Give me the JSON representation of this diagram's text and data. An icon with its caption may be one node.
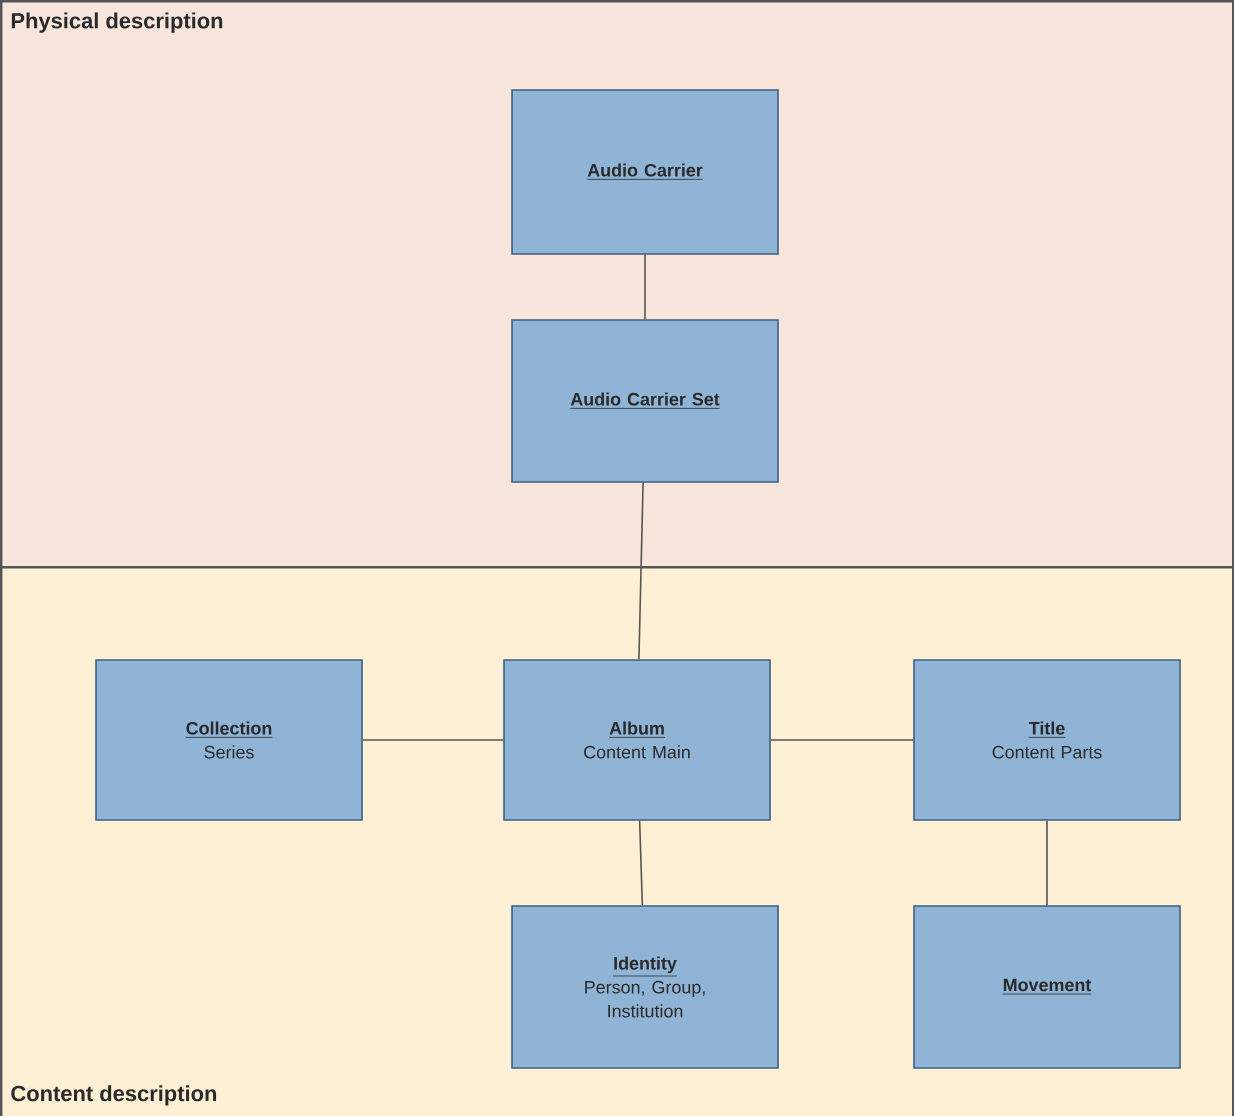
{
  "diagram": {
    "nodes": [
      {
        "text": [
          "Physical description"
        ]
      },
      {
        "text": [
          "Audio Carrier"
        ],
        "in": 0
      },
      {
        "text": [
          "Audio Carrier Set"
        ],
        "in": 0
      },
      {
        "text": [
          "Content description"
        ]
      },
      {
        "text": [
          "Collection",
          "Series"
        ],
        "in": 3
      },
      {
        "text": [
          "Album",
          "Content Main"
        ],
        "in": 3
      },
      {
        "text": [
          "Title",
          "Content Parts"
        ],
        "in": 3
      },
      {
        "text": [
          "Identity",
          "Person, Group, Institution"
        ],
        "in": 3
      },
      {
        "text": [
          "Movement"
        ],
        "in": 3
      }
    ],
    "edges": [
      {
        "from": 1,
        "to": 2,
        "arrow": "none"
      },
      {
        "from": 2,
        "to": 5,
        "arrow": "none"
      },
      {
        "from": 4,
        "to": 5,
        "arrow": "none"
      },
      {
        "from": 5,
        "to": 6,
        "arrow": "none"
      },
      {
        "from": 5,
        "to": 7,
        "arrow": "none"
      },
      {
        "from": 6,
        "to": 8,
        "arrow": "none"
      }
    ]
  }
}
